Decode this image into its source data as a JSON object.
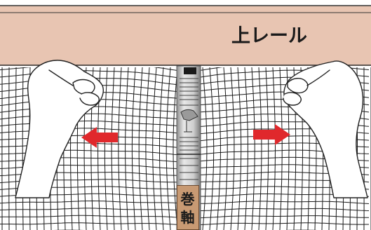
{
  "diagram": {
    "top_rail_label": "上レール",
    "core_tag": {
      "line1": "巻",
      "line2": "軸"
    },
    "colors": {
      "rail": "#e8c5b2",
      "rail_edge": "#333333",
      "mesh_line": "#1a1a1a",
      "arrow": "#e0282c",
      "hand_outline": "#222222",
      "hand_fill": "#ffffff",
      "core_tag": "#c89a73",
      "roll_body": "#d9d9d9"
    },
    "arrows": [
      {
        "direction": "left"
      },
      {
        "direction": "right"
      }
    ]
  }
}
